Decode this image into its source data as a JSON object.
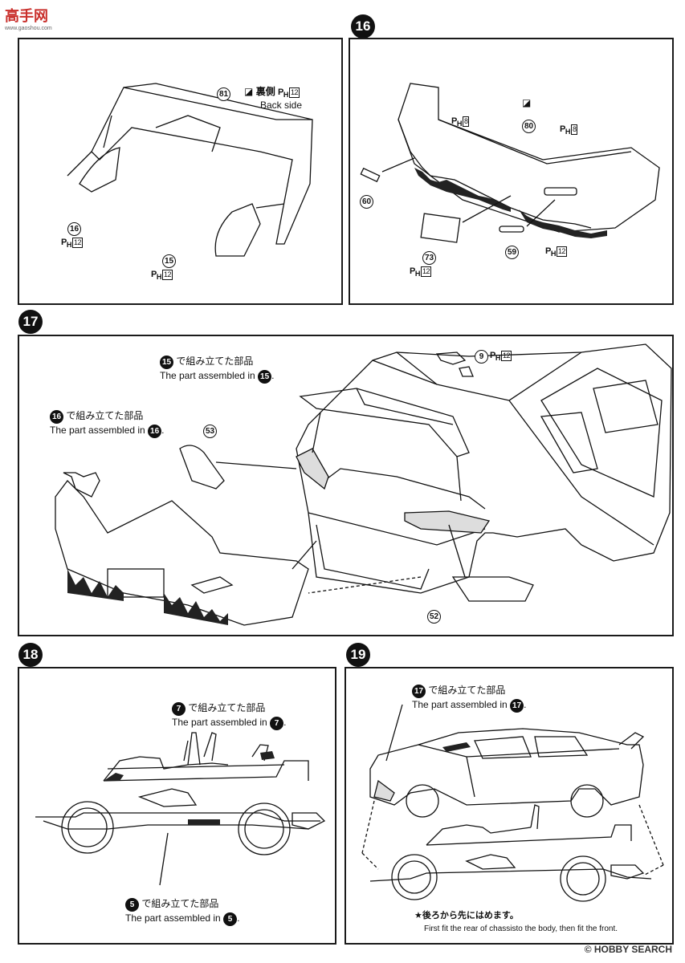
{
  "watermark": {
    "top": "高手网",
    "top_sub": "www.gaoshou.com",
    "bottom": "© HOBBY SEARCH"
  },
  "steps": {
    "s16": {
      "num": "16"
    },
    "s17": {
      "num": "17"
    },
    "s18": {
      "num": "18"
    },
    "s19": {
      "num": "19"
    }
  },
  "panel_spoiler": {
    "part81": "81",
    "backside_jp": "裏側",
    "backside_en": "Back side",
    "ph12a": "12",
    "part16": "16",
    "ph16": "12",
    "part15": "15",
    "ph15": "12"
  },
  "panel_bumper": {
    "ph8a": "8",
    "part80": "80",
    "ph8b": "8",
    "part60": "60",
    "part73": "73",
    "ph73": "12",
    "part59": "59",
    "ph59": "12"
  },
  "panel_body": {
    "ref15_num": "15",
    "ref15_jp": "で組み立てた部品",
    "ref15_en": "The part assembled in",
    "ref16_num": "16",
    "ref16_jp": "で組み立てた部品",
    "ref16_en": "The part assembled in",
    "part9": "9",
    "ph9": "12",
    "part53": "53",
    "part52": "52"
  },
  "panel_chassis": {
    "ref7_num": "7",
    "ref7_jp": "で組み立てた部品",
    "ref7_en": "The part assembled in",
    "ref5_num": "5",
    "ref5_jp": "で組み立てた部品",
    "ref5_en": "The part assembled in"
  },
  "panel_final": {
    "ref17_num": "17",
    "ref17_jp": "で組み立てた部品",
    "ref17_en": "The part assembled in",
    "note_jp": "★後ろから先にはめます。",
    "note_en": "First fit the rear of chassisto the body, then fit the front."
  },
  "ph_prefix": "P",
  "ph_sub": "H"
}
